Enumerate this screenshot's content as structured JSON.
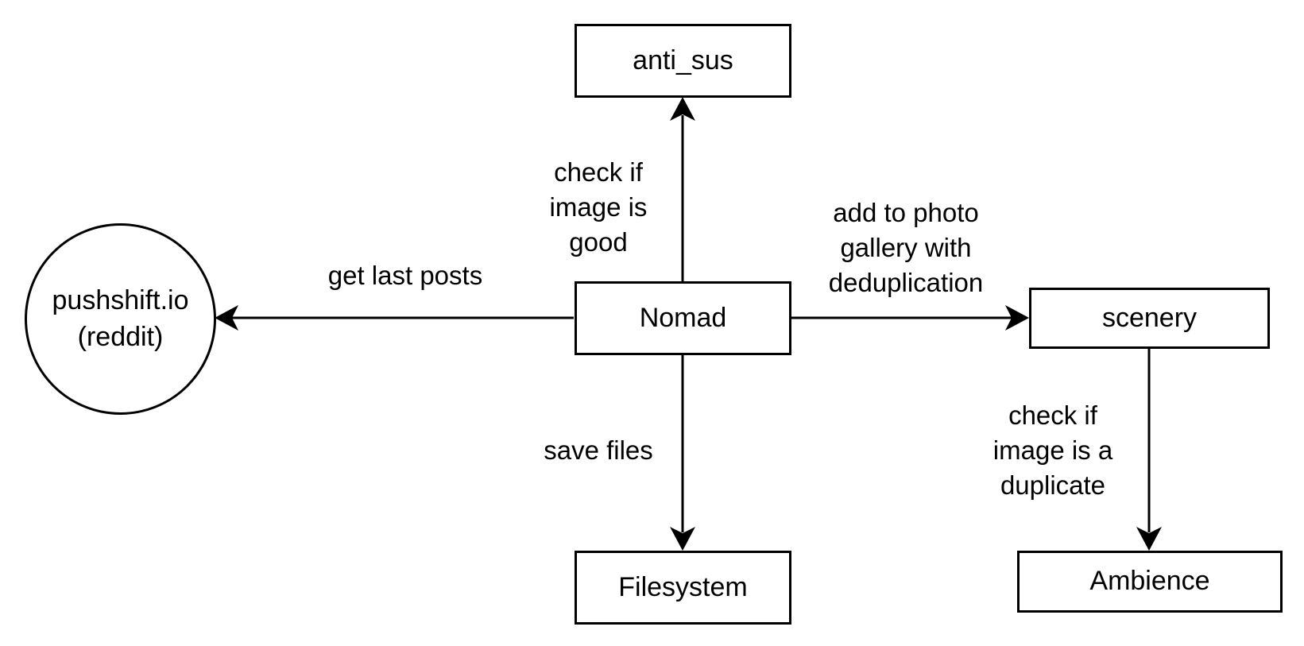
{
  "nodes": {
    "pushshift": {
      "line1": "pushshift.io",
      "line2": "(reddit)"
    },
    "anti_sus": {
      "label": "anti_sus"
    },
    "nomad": {
      "label": "Nomad"
    },
    "scenery": {
      "label": "scenery"
    },
    "filesystem": {
      "label": "Filesystem"
    },
    "ambience": {
      "label": "Ambience"
    }
  },
  "edges": {
    "nomad_to_pushshift": {
      "line1": "get last posts"
    },
    "nomad_to_anti_sus": {
      "line1": "check if",
      "line2": "image is",
      "line3": "good"
    },
    "nomad_to_scenery": {
      "line1": "add to photo",
      "line2": "gallery with",
      "line3": "deduplication"
    },
    "nomad_to_filesystem": {
      "line1": "save files"
    },
    "scenery_to_ambience": {
      "line1": "check if",
      "line2": "image is a",
      "line3": "duplicate"
    }
  },
  "colors": {
    "stroke": "#000000",
    "fill": "#ffffff",
    "text": "#000000"
  }
}
